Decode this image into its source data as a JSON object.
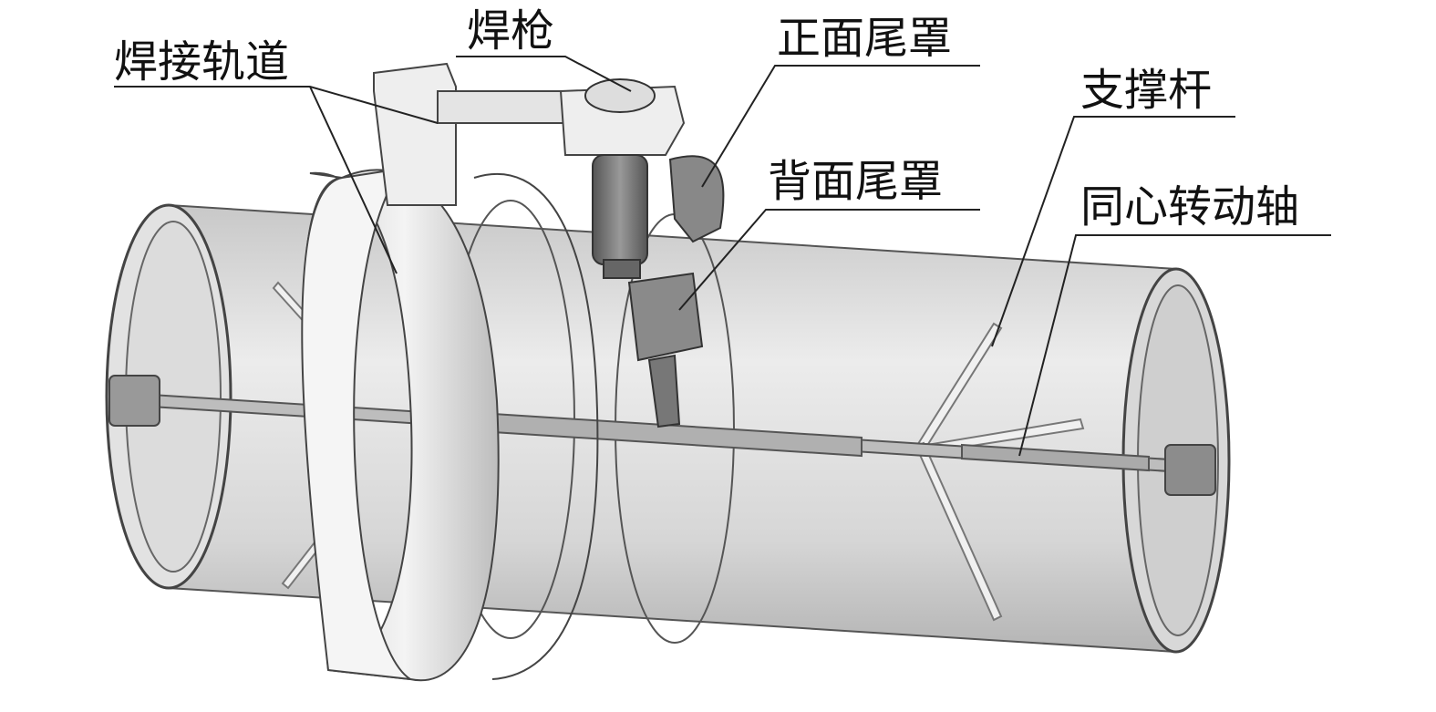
{
  "labels": {
    "track": "焊接轨道",
    "torch": "焊枪",
    "front_shield": "正面尾罩",
    "back_shield": "背面尾罩",
    "support_rod": "支撑杆",
    "axis": "同心转动轴"
  }
}
